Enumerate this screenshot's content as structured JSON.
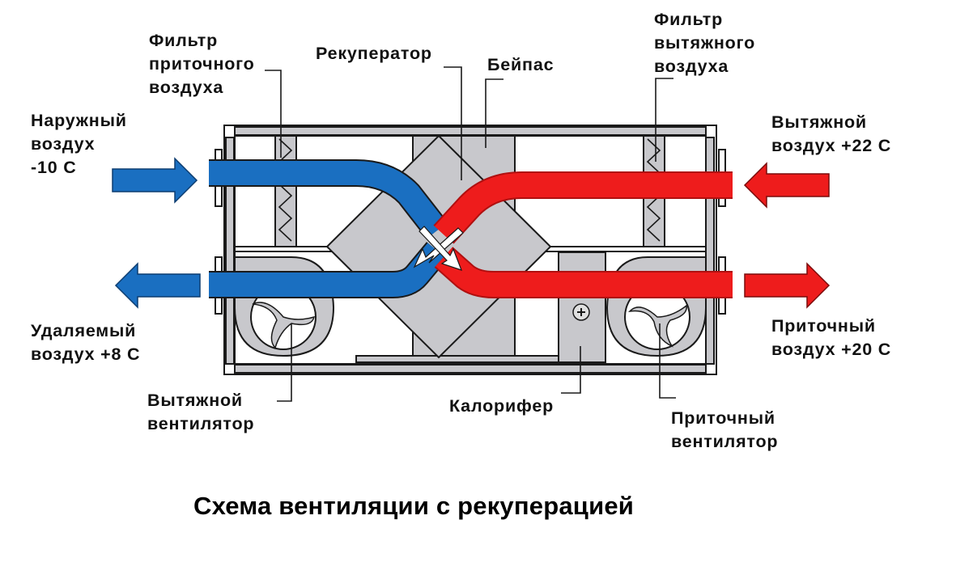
{
  "title": "Схема вентиляции с рекуперацией",
  "colors": {
    "cold_air": "#1a6fc1",
    "warm_air": "#ee1c1c",
    "housing_gray": "#c8c8cc",
    "outline": "#1a1a1a",
    "background": "#ffffff"
  },
  "labels": {
    "supply_filter": [
      "Фильтр",
      "приточного",
      "воздуха"
    ],
    "recuperator": [
      "Рекуператор"
    ],
    "bypass": [
      "Бейпас"
    ],
    "exhaust_filter": [
      "Фильтр",
      "вытяжного",
      "воздуха"
    ],
    "outdoor_air": [
      "Наружный",
      "воздух",
      "-10 С"
    ],
    "extract_air": [
      "Вытяжной",
      "воздух +22 С"
    ],
    "exhaust_air": [
      "Удаляемый",
      "воздух +8 С"
    ],
    "supply_air": [
      "Приточный",
      "воздух +20 С"
    ],
    "exhaust_fan": [
      "Вытяжной",
      "вентилятор"
    ],
    "heater": [
      "Калорифер"
    ],
    "supply_fan": [
      "Приточный",
      "вентилятор"
    ]
  },
  "flows": [
    {
      "name": "outdoor-air-in",
      "label": "Наружный воздух",
      "temperature_c": -10,
      "direction": "in-left",
      "stream": "cold"
    },
    {
      "name": "exhaust-air-out",
      "label": "Удаляемый воздух",
      "temperature_c": 8,
      "direction": "out-left",
      "stream": "cold"
    },
    {
      "name": "extract-air-in",
      "label": "Вытяжной воздух",
      "temperature_c": 22,
      "direction": "in-right",
      "stream": "warm"
    },
    {
      "name": "supply-air-out",
      "label": "Приточный воздух",
      "temperature_c": 20,
      "direction": "out-right",
      "stream": "warm"
    }
  ]
}
